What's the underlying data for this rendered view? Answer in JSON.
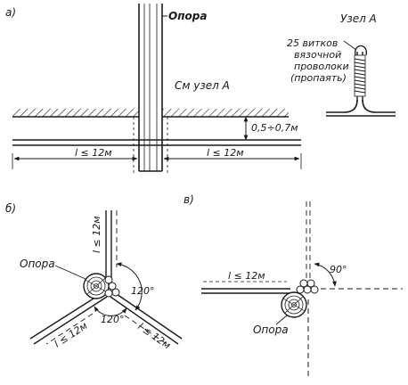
{
  "panel_a": {
    "letter": "а)",
    "pole_label": "Опора",
    "note": "См узел А",
    "depth": "0,5÷0,7м",
    "left_length": "l ≤ 12м",
    "right_length": "l ≤ 12м"
  },
  "node_a": {
    "title": "Узел А",
    "caption": [
      "25 витков",
      "вязочной",
      "проволоки",
      "(пропаять)"
    ]
  },
  "panel_b": {
    "letter": "б)",
    "pole_label": "Опора",
    "length_top": "l ≤ 12м",
    "length_left": "l ≤ 12м",
    "length_right": "l ≤ 12м",
    "angle_1": "120°",
    "angle_2": "120°"
  },
  "panel_v": {
    "letter": "в)",
    "pole_label": "Опора",
    "length": "l ≤ 12м",
    "angle": "90°"
  }
}
